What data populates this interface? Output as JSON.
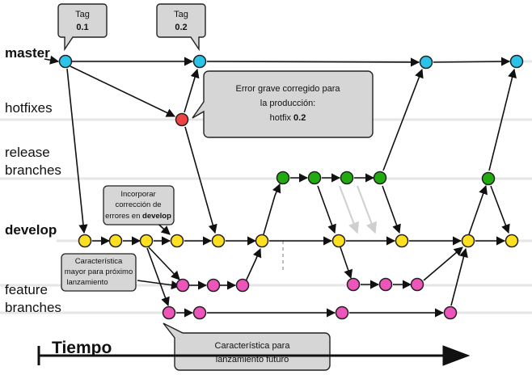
{
  "lanes": {
    "master": "master",
    "hotfixes": "hotfixes",
    "release_line1": "release",
    "release_line2": "branches",
    "develop": "develop",
    "feature_line1": "feature",
    "feature_line2": "branches"
  },
  "tags": [
    {
      "title": "Tag",
      "version": "0.1"
    },
    {
      "title": "Tag",
      "version": "0.2"
    }
  ],
  "callouts": {
    "hotfix": {
      "line1": "Error grave corregido para",
      "line2": "la producción:",
      "prefix": "hotfix ",
      "version": "0.2"
    },
    "develop_fix": {
      "line1": "Incorporar",
      "line2": "corrección de",
      "prefix": "errores en ",
      "branch": "develop"
    },
    "major_feature": {
      "line1": "Característica",
      "line2": "mayor para próximo",
      "line3": "lanzamiento"
    },
    "future_feature": {
      "line1": "Característica  para",
      "line2": "lanzamiento futuro"
    }
  },
  "time_axis": {
    "label": "Tiempo"
  },
  "colors": {
    "master": "#29c4e8",
    "hotfix": "#ee4444",
    "release": "#22aa11",
    "develop": "#ffe020",
    "feature": "#ee55bb",
    "callout_fill": "#d6d6d6",
    "lane_line": "#e6e6e6"
  }
}
